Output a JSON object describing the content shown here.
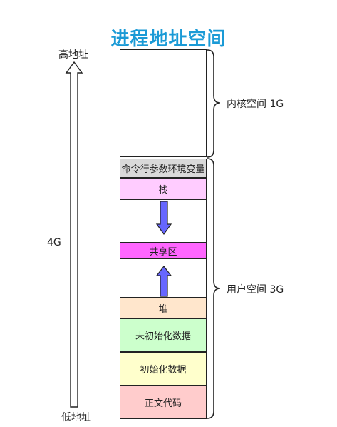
{
  "title": "进程地址空间",
  "addresses": {
    "high": "高地址",
    "low": "低地址"
  },
  "total_size": "4G",
  "ranges": {
    "kernel": "内核空间 1G",
    "user": "用户空间 3G"
  },
  "segments": {
    "kernel": "",
    "env": "命令行参数环境变量",
    "stack": "栈",
    "gap_top": "",
    "shared": "共享区",
    "gap_bottom": "",
    "heap": "堆",
    "bss": "未初始化数据",
    "data": "初始化数据",
    "text": "正文代码"
  },
  "colors": {
    "title": "#1a9ad6",
    "env": "#d9d9d9",
    "stack": "#ffccff",
    "shared": "#ff66ff",
    "heap": "#ffe6cc",
    "bss": "#ccffcc",
    "data": "#ffffcc",
    "text": "#ffcccc",
    "arrow_fill": "#6666ff"
  }
}
